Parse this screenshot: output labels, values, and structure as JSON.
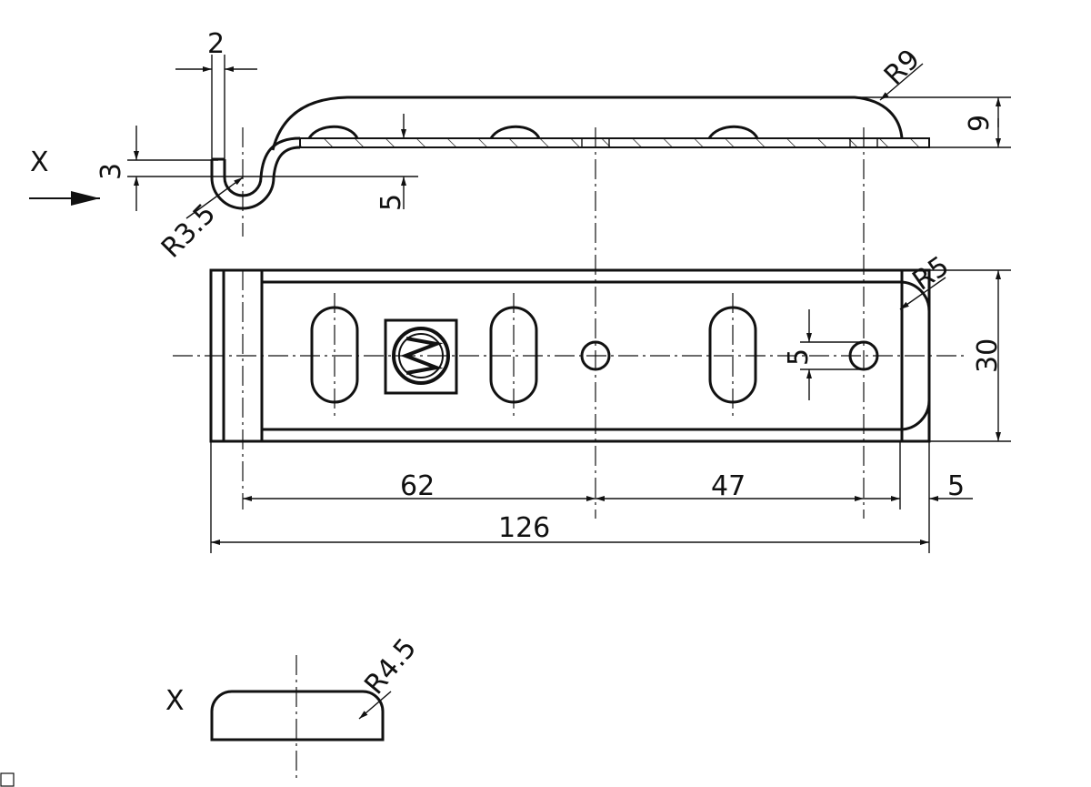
{
  "drawing": {
    "view_label_side": "X",
    "view_label_section": "X",
    "dims": {
      "thickness_gap": "2",
      "hook_height": "3",
      "hook_radius": "R3.5",
      "offset": "5",
      "top_radius": "R9",
      "height": "9",
      "corner_radius": "R5",
      "width": "30",
      "hole_dia": "5",
      "pitch_1": "62",
      "pitch_2": "47",
      "end_offset": "5",
      "overall_length": "126",
      "section_radius": "R4.5"
    }
  }
}
